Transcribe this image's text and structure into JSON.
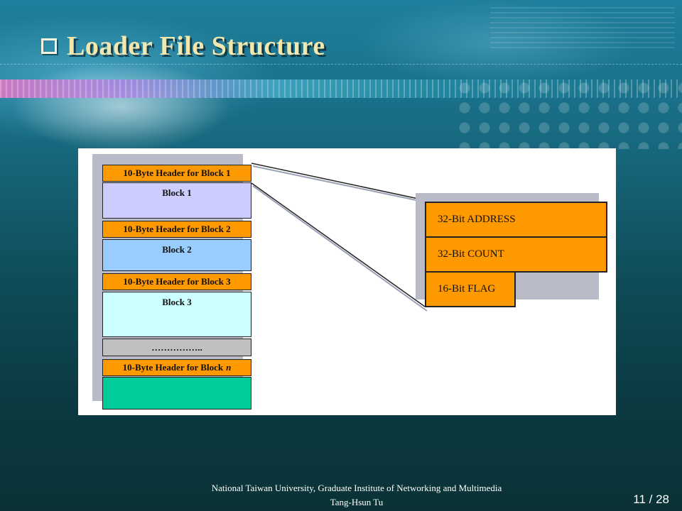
{
  "slide": {
    "title": "Loader File Structure",
    "footer_line1": "National Taiwan University, Graduate Institute of Networking and Multimedia",
    "footer_line2": "Tang-Hsun Tu",
    "page_current": "11",
    "page_separator": " / ",
    "page_total": "28"
  },
  "diagram": {
    "blocks": {
      "header1": "10-Byte Header for Block 1",
      "block1": "Block 1",
      "header2": "10-Byte Header for Block 2",
      "block2": "Block 2",
      "header3": "10-Byte Header for Block 3",
      "block3": "Block 3",
      "ellipsis": "……………..",
      "headern_prefix": "10-Byte Header for Block",
      "headern_var": "n"
    },
    "header_fields": {
      "address": "32-Bit ADDRESS",
      "count": "32-Bit COUNT",
      "flag": "16-Bit FLAG"
    },
    "colors": {
      "header": "#ff9900",
      "block1": "#ccccff",
      "block2": "#99ccff",
      "block3": "#ccffff",
      "ellipsis": "#c0c0c0",
      "blockn": "#00cc99"
    }
  }
}
